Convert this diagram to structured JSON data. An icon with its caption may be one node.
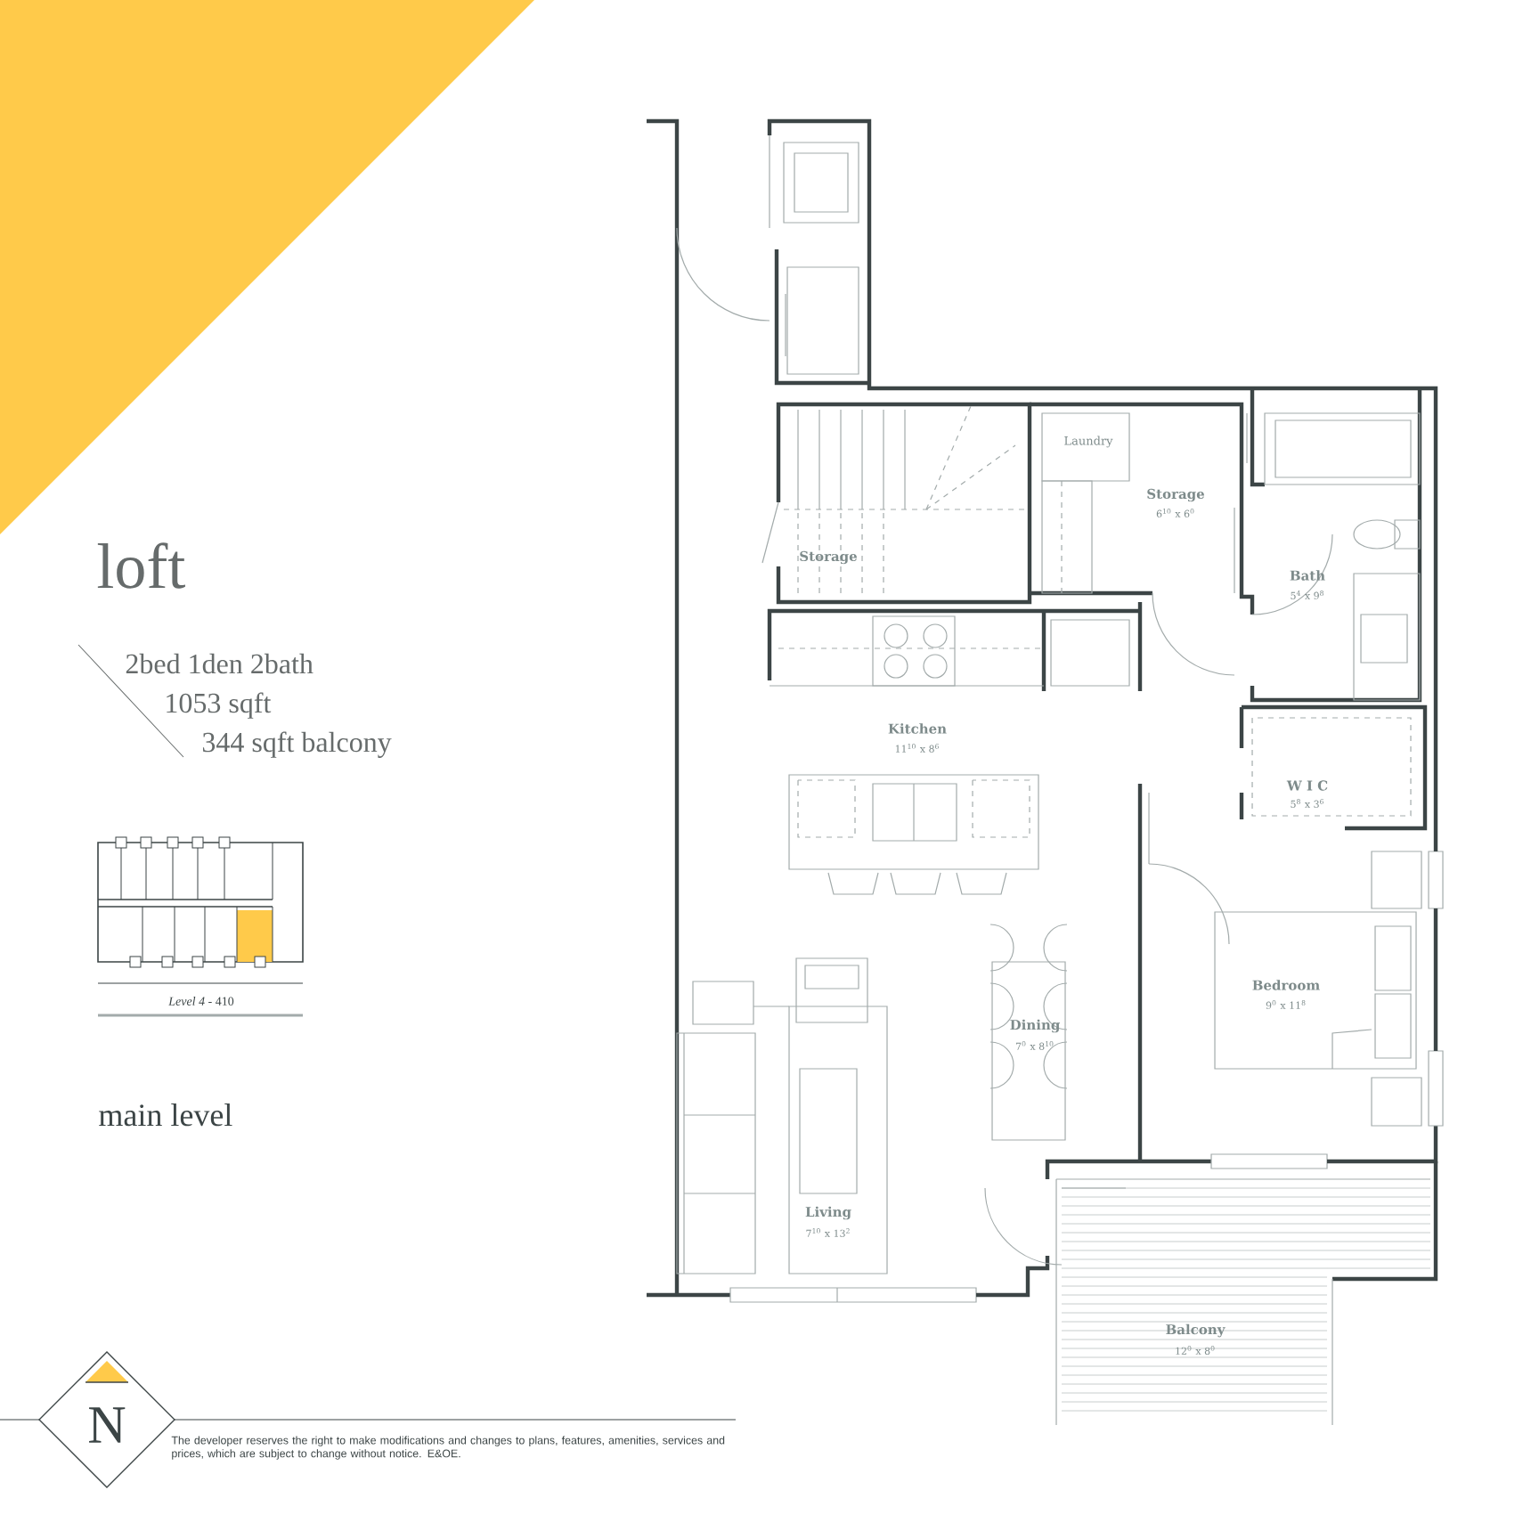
{
  "diagram": {
    "title": "loft",
    "labels": [
      "2bed 1den 2bath",
      "1053 sqft",
      "344 sqft balcony",
      "*Level 4* - 410",
      "main level",
      "Laundry",
      "Storage",
      "6$^{10}$ x 6$^{0}$",
      "Bath",
      "5$^{4}$ x 9$^{8}$",
      "Storage",
      "Kitchen",
      "11$^{10}$ x 8$^{6}$",
      "W I C",
      "5$^{8}$ x 3$^{6}$",
      "Bedroom",
      "9$^{0}$ x 11$^{8}$",
      "Dining",
      "7$^{0}$ x 8$^{10}$",
      "Living",
      "7$^{10}$ x 13$^{2}$",
      "Balcony",
      "12$^{0}$ x 8$^{0}$",
      "N",
      "The developer reserves the right to make modifications and changes to plans, features, amenities, services and prices, which are subject to change without notice. E&OE."
    ]
  }
}
